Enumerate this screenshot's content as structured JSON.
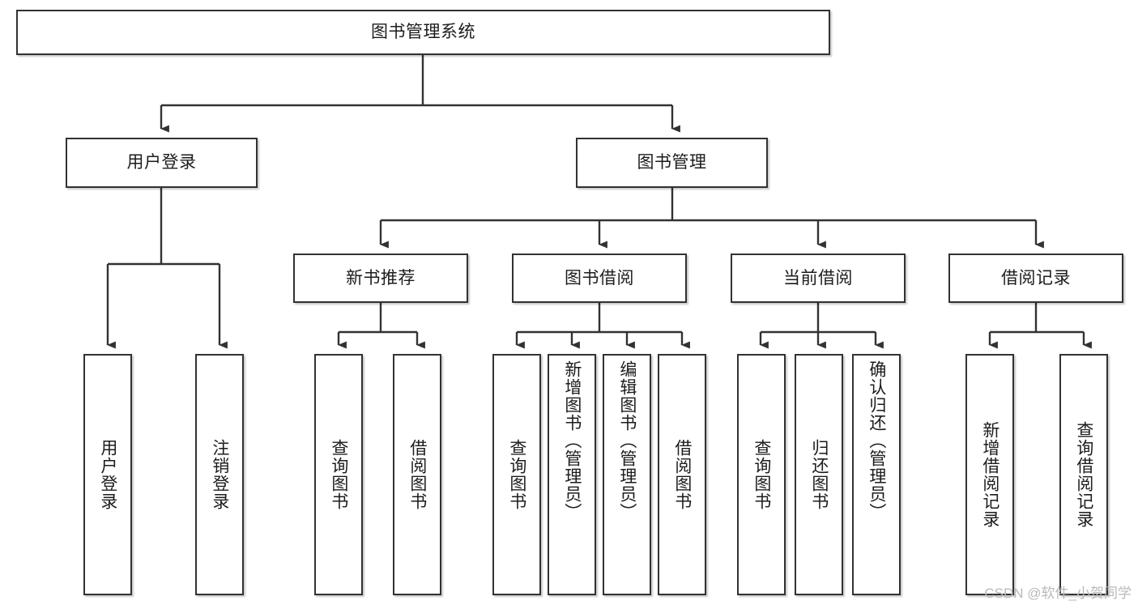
{
  "diagram": {
    "title": "图书管理系统",
    "type": "功能结构图",
    "stroke_color": "#323232",
    "fill_color": "#ffffff",
    "text_color": "#1c1c1c"
  },
  "root": {
    "label": "图书管理系统"
  },
  "level2": [
    {
      "label": "用户登录"
    },
    {
      "label": "图书管理"
    }
  ],
  "level3": [
    {
      "label": "新书推荐"
    },
    {
      "label": "图书借阅"
    },
    {
      "label": "当前借阅"
    },
    {
      "label": "借阅记录"
    }
  ],
  "leaves": {
    "user_login": [
      {
        "label": "用户登录"
      },
      {
        "label": "注销登录"
      }
    ],
    "new_books": [
      {
        "label": "查询图书"
      },
      {
        "label": "借阅图书"
      }
    ],
    "book_borrow": [
      {
        "label": "查询图书"
      },
      {
        "label": "新增图书（管理员）"
      },
      {
        "label": "编辑图书（管理员）"
      },
      {
        "label": "借阅图书"
      }
    ],
    "current_borrow": [
      {
        "label": "查询图书"
      },
      {
        "label": "归还图书"
      },
      {
        "label": "确认归还（管理员）"
      }
    ],
    "borrow_records": [
      {
        "label": "新增借阅记录"
      },
      {
        "label": "查询借阅记录"
      }
    ]
  },
  "watermark": {
    "text": "CSDN @软件_小贺同学",
    "color": "#b9b9b9"
  }
}
